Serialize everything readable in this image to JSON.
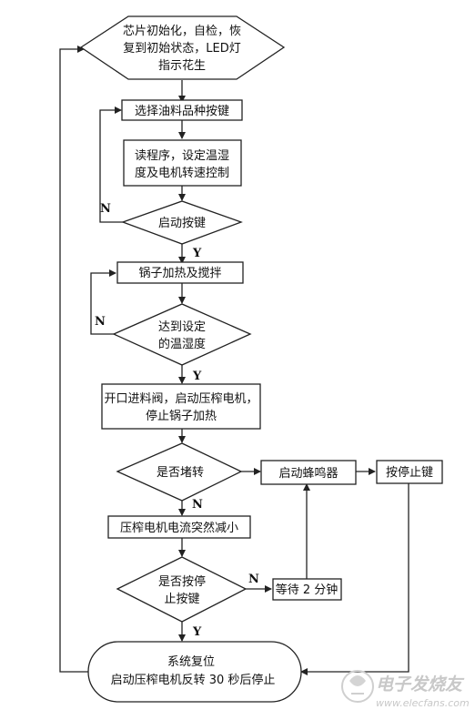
{
  "flowchart": {
    "nodes": {
      "init": {
        "lines": [
          "芯片初始化，自检，恢",
          "复到初始状态，LED灯",
          "指示花生"
        ]
      },
      "select": {
        "lines": [
          "选择油料品种按键"
        ]
      },
      "read": {
        "lines": [
          "读程序，设定温湿",
          "度及电机转速控制"
        ]
      },
      "start": {
        "lines": [
          "启动按键"
        ]
      },
      "heat": {
        "lines": [
          "锅子加热及搅拌"
        ]
      },
      "reach": {
        "lines": [
          "达到设定",
          "的温湿度"
        ]
      },
      "open": {
        "lines": [
          "开口进料阀，启动压榨电机，",
          "停止锅子加热"
        ]
      },
      "jam": {
        "lines": [
          "是否堵转"
        ]
      },
      "current": {
        "lines": [
          "压榨电机电流突然减小"
        ]
      },
      "press_stop": {
        "lines": [
          "是否按停",
          "止按键"
        ]
      },
      "wait": {
        "lines": [
          "等待 2 分钟"
        ]
      },
      "buzzer": {
        "lines": [
          "启动蜂鸣器"
        ]
      },
      "stop_key": {
        "lines": [
          "按停止键"
        ]
      },
      "reset": {
        "lines": [
          "系统复位",
          "启动压榨电机反转 30 秒后停止"
        ]
      }
    },
    "labels": {
      "start_no": "N",
      "start_yes": "Y",
      "reach_no": "N",
      "reach_yes": "Y",
      "jam_no": "N",
      "press_no": "N",
      "press_yes": "Y"
    }
  },
  "watermark": {
    "logo_text": "电子发烧友",
    "url": "www.elecfans.com"
  }
}
